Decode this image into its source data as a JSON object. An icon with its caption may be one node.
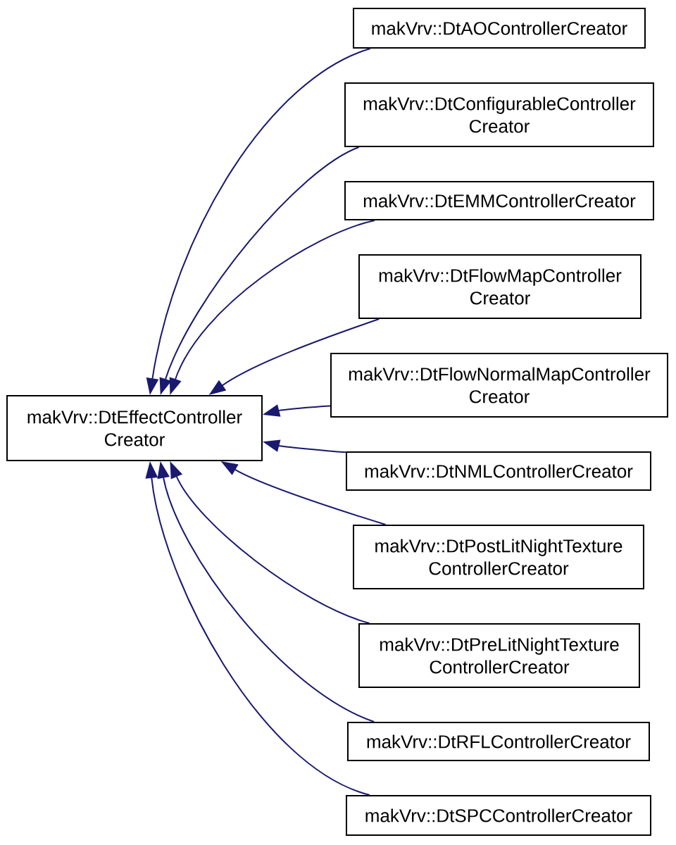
{
  "diagram": {
    "nodes": [
      {
        "text": [
          "makVrv::DtEffectController Creator"
        ]
      },
      {
        "text": [
          "makVrv::DtAOControllerCreator"
        ]
      },
      {
        "text": [
          "makVrv::DtConfigurableController Creator"
        ]
      },
      {
        "text": [
          "makVrv::DtEMMControllerCreator"
        ]
      },
      {
        "text": [
          "makVrv::DtFlowMapController Creator"
        ]
      },
      {
        "text": [
          "makVrv::DtFlowNormalMapController Creator"
        ]
      },
      {
        "text": [
          "makVrv::DtNMLControllerCreator"
        ]
      },
      {
        "text": [
          "makVrv::DtPostLitNightTexture ControllerCreator"
        ]
      },
      {
        "text": [
          "makVrv::DtPreLitNightTexture ControllerCreator"
        ]
      },
      {
        "text": [
          "makVrv::DtRFLControllerCreator"
        ]
      },
      {
        "text": [
          "makVrv::DtSPCControllerCreator"
        ]
      }
    ],
    "edges": [
      {
        "from": 1,
        "to": 0,
        "arrow": "to"
      },
      {
        "from": 2,
        "to": 0,
        "arrow": "to"
      },
      {
        "from": 3,
        "to": 0,
        "arrow": "to"
      },
      {
        "from": 4,
        "to": 0,
        "arrow": "to"
      },
      {
        "from": 5,
        "to": 0,
        "arrow": "to"
      },
      {
        "from": 6,
        "to": 0,
        "arrow": "to"
      },
      {
        "from": 7,
        "to": 0,
        "arrow": "to"
      },
      {
        "from": 8,
        "to": 0,
        "arrow": "to"
      },
      {
        "from": 9,
        "to": 0,
        "arrow": "to"
      },
      {
        "from": 10,
        "to": 0,
        "arrow": "to"
      }
    ]
  }
}
